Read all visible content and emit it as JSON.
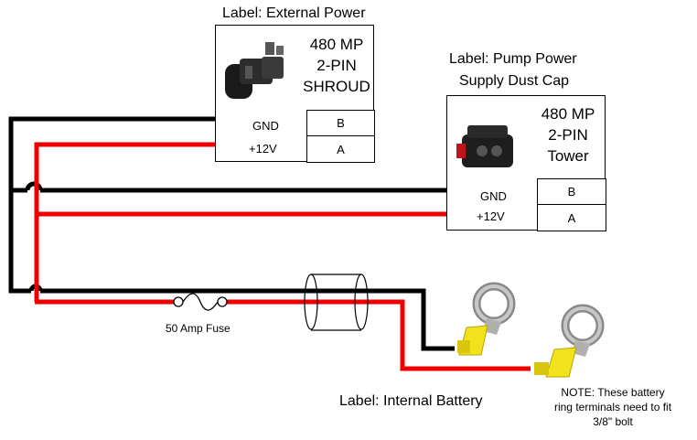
{
  "external_power": {
    "label": "Label: External Power",
    "connector_lines": [
      "480 MP",
      "2-PIN",
      "SHROUD"
    ],
    "pin_gnd": "GND",
    "pin_12v": "+12V",
    "pin_b": "B",
    "pin_a": "A"
  },
  "pump_power": {
    "label_line1": "Label: Pump Power",
    "label_line2": "Supply Dust Cap",
    "connector_lines": [
      "480 MP",
      "2-PIN",
      "Tower"
    ],
    "pin_gnd": "GND",
    "pin_12v": "+12V",
    "pin_b": "B",
    "pin_a": "A"
  },
  "fuse_label": "50 Amp Fuse",
  "internal_battery_label": "Label: Internal Battery",
  "note_lines": [
    "NOTE: These battery",
    "ring terminals need to fit",
    "3/8\" bolt"
  ],
  "colors": {
    "ground_wire": "#000000",
    "positive_wire": "#ee0000",
    "terminal_insulator": "#f2e21c",
    "terminal_ring": "#a8a8a8"
  }
}
